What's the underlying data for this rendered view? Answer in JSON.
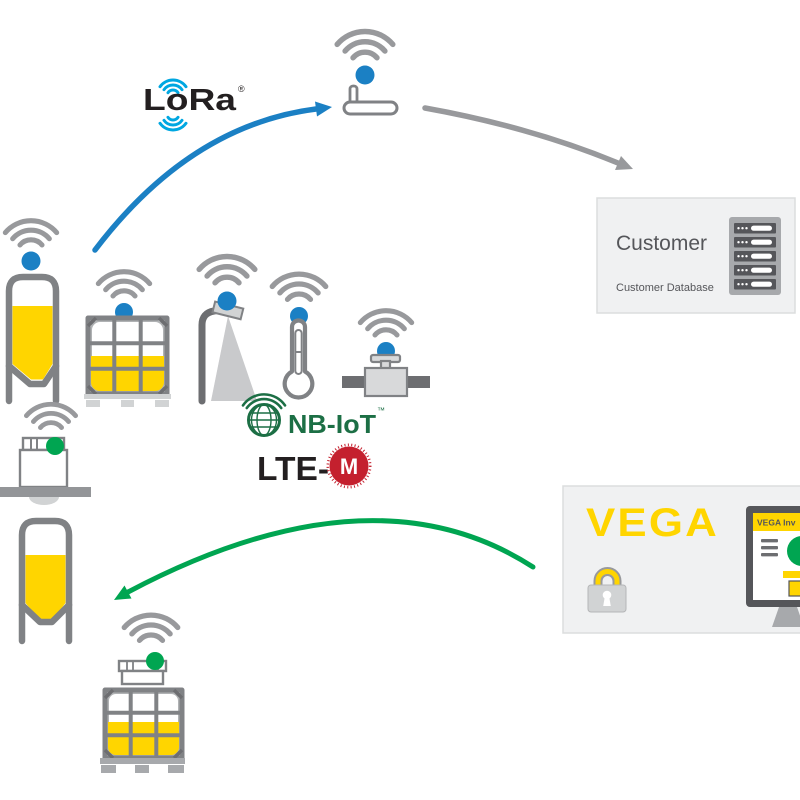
{
  "colors": {
    "blue": "#1b80c4",
    "green": "#00a551",
    "yellow": "#ffd500",
    "lora_cyan": "#00a7e1",
    "nbiot_green": "#1c6f45",
    "lte_red": "#c4202e",
    "outline_gray": "#808285",
    "wifi_gray": "#98999c",
    "arrow_gray": "#98999c",
    "dark_gray": "#55565a",
    "light_gray": "#d1d3d4",
    "panel_bg": "#f0f1f2",
    "panel_border": "#dcddde",
    "text_black": "#231f20"
  },
  "logos": {
    "lora": {
      "text": "LoRa",
      "reg": "®"
    },
    "nbiot": {
      "text": "NB-IoT",
      "tm": "™"
    },
    "ltem": {
      "prefix": "LTE-",
      "m_badge": "M"
    }
  },
  "customer_panel": {
    "title": "Customer",
    "subtitle": "Customer Database"
  },
  "vega_panel": {
    "brand": "VEGA",
    "screen_title": "VEGA Inv"
  }
}
